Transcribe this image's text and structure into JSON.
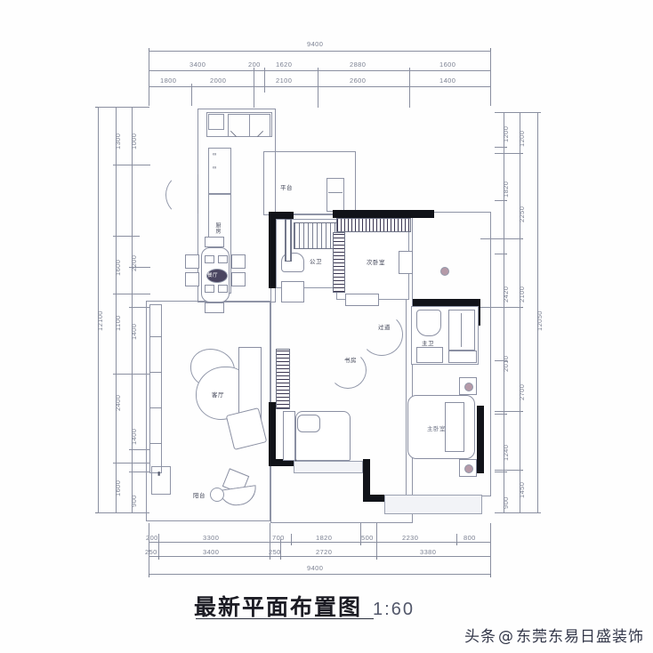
{
  "document": {
    "title_main": "最新平面布置图",
    "scale": "1:60",
    "watermark_prefix": "头条",
    "watermark_at": "@",
    "watermark_brand": "东莞东易日盛装饰"
  },
  "dimensions": {
    "top": {
      "overall": "9400",
      "row_mid": [
        "3400",
        "200",
        "1620",
        "2880",
        "1600"
      ],
      "row_inner": [
        "1800",
        "2000",
        "2100",
        "2600",
        "1400"
      ]
    },
    "bottom": {
      "overall": "9400",
      "row_inner": [
        "200",
        "3300",
        "700",
        "1820",
        "500",
        "2230",
        "800"
      ],
      "row_outer": [
        "250",
        "3400",
        "250",
        "2720",
        "3380"
      ]
    },
    "left": {
      "overall": "12100",
      "outer": [
        "1300",
        "1600",
        "1100",
        "2400",
        "1600"
      ],
      "inner": [
        "1000",
        "2200",
        "1400",
        "1400",
        "900"
      ]
    },
    "right": {
      "overall": "12050",
      "outer": [
        "1200",
        "1820",
        "2420",
        "2010",
        "1240",
        "900"
      ],
      "inner": [
        "1200",
        "2250",
        "2100",
        "2700",
        "1450"
      ]
    }
  },
  "rooms": [
    {
      "key": "balcony_top",
      "label": "平台"
    },
    {
      "key": "kitchen",
      "label": "厨房"
    },
    {
      "key": "dining",
      "label": "餐厅"
    },
    {
      "key": "living",
      "label": "客厅"
    },
    {
      "key": "balcony_left",
      "label": "阳台"
    },
    {
      "key": "guest_bath",
      "label": "公卫"
    },
    {
      "key": "second_bed",
      "label": "次卧室"
    },
    {
      "key": "corridor",
      "label": "过道"
    },
    {
      "key": "study",
      "label": "书房"
    },
    {
      "key": "master_bath",
      "label": "主卫"
    },
    {
      "key": "master_bed",
      "label": "主卧室"
    }
  ],
  "colors": {
    "paper": "#fefefe",
    "line": "#7c8193",
    "dimension_text": "#7b8192",
    "structural_wall": "#111319",
    "label_text": "#3b3f52"
  }
}
